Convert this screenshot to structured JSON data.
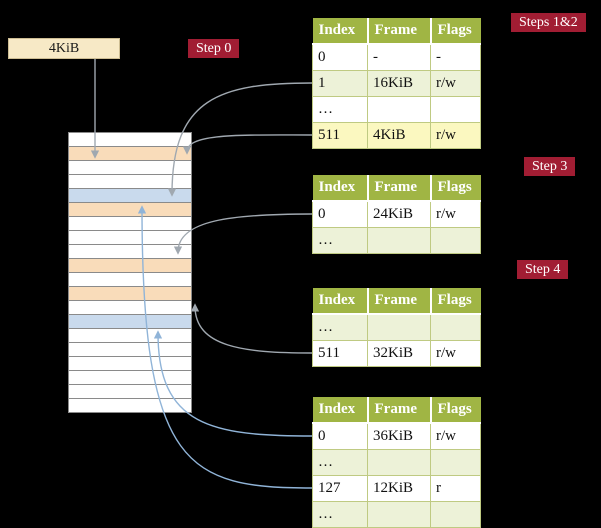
{
  "colors": {
    "background": "#000000",
    "label_bg": "#a11d33",
    "header_bg": "#a0b544",
    "row_green": "#edf2d8",
    "row_highlight": "#fbf8c0",
    "cell_peach": "#f9dcba",
    "cell_blue": "#c9daed",
    "box_cream": "#f7e9c6",
    "arrow_gray": "#a0a8b0",
    "arrow_blue": "#90b4d8"
  },
  "labels": {
    "frame_box": "4KiB",
    "step0": "Step 0",
    "steps12": "Steps 1&2",
    "step3": "Step 3",
    "step4": "Step 4"
  },
  "tables": [
    {
      "id": "page-table-steps-1-2",
      "headers": [
        "Index",
        "Frame",
        "Flags"
      ],
      "rows": [
        {
          "cells": [
            "0",
            "-",
            "-"
          ],
          "bg": "white"
        },
        {
          "cells": [
            "1",
            "16KiB",
            "r/w"
          ],
          "bg": "green"
        },
        {
          "cells": [
            "…",
            "",
            ""
          ],
          "bg": "white"
        },
        {
          "cells": [
            "511",
            "4KiB",
            "r/w"
          ],
          "bg": "highlight"
        }
      ]
    },
    {
      "id": "page-table-step-3",
      "headers": [
        "Index",
        "Frame",
        "Flags"
      ],
      "rows": [
        {
          "cells": [
            "0",
            "24KiB",
            "r/w"
          ],
          "bg": "white"
        },
        {
          "cells": [
            "…",
            "",
            ""
          ],
          "bg": "green"
        }
      ]
    },
    {
      "id": "page-table-step-4",
      "headers": [
        "Index",
        "Frame",
        "Flags"
      ],
      "rows": [
        {
          "cells": [
            "…",
            "",
            ""
          ],
          "bg": "green"
        },
        {
          "cells": [
            "511",
            "32KiB",
            "r/w"
          ],
          "bg": "white"
        }
      ]
    },
    {
      "id": "page-table-level-1",
      "headers": [
        "Index",
        "Frame",
        "Flags"
      ],
      "rows": [
        {
          "cells": [
            "0",
            "36KiB",
            "r/w"
          ],
          "bg": "white"
        },
        {
          "cells": [
            "…",
            "",
            ""
          ],
          "bg": "green"
        },
        {
          "cells": [
            "127",
            "12KiB",
            "r"
          ],
          "bg": "white"
        },
        {
          "cells": [
            "…",
            "",
            ""
          ],
          "bg": "green"
        }
      ]
    }
  ],
  "memory_stack": {
    "cells": [
      "white",
      "peach",
      "white",
      "white",
      "blue",
      "peach",
      "white",
      "white",
      "white",
      "peach",
      "white",
      "peach",
      "white",
      "blue",
      "white",
      "white",
      "white",
      "white",
      "white",
      "white"
    ]
  }
}
